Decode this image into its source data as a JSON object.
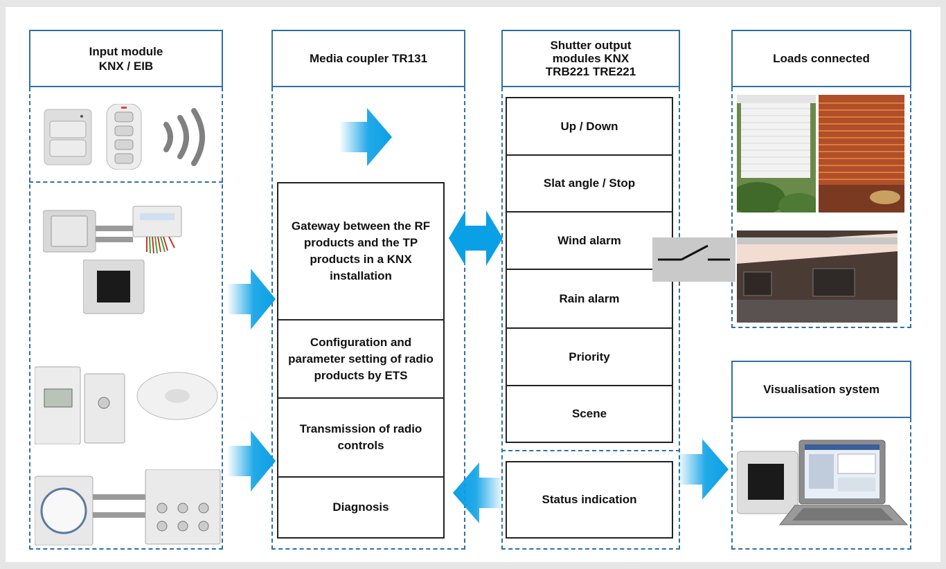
{
  "columns": {
    "input": {
      "title": "Input module\nKNX / EIB"
    },
    "coupler": {
      "title": "Media coupler TR131",
      "functions": [
        "Gateway between the RF products and the TP products in a KNX installation",
        "Configuration and parameter setting of radio products by ETS",
        "Transmission of radio controls",
        "Diagnosis"
      ]
    },
    "shutter": {
      "title": "Shutter output\nmodules KNX\nTRB221 TRE221",
      "functions": [
        "Up / Down",
        "Slat angle / Stop",
        "Wind alarm",
        "Rain alarm",
        "Priority",
        "Scene"
      ],
      "status": "Status indication"
    },
    "loads": {
      "title": "Loads connected"
    },
    "visualisation": {
      "title": "Visualisation system"
    }
  },
  "colors": {
    "border": "#2d6fa8",
    "arrow": "#0aa0e6",
    "background": "#e6e6e6"
  }
}
